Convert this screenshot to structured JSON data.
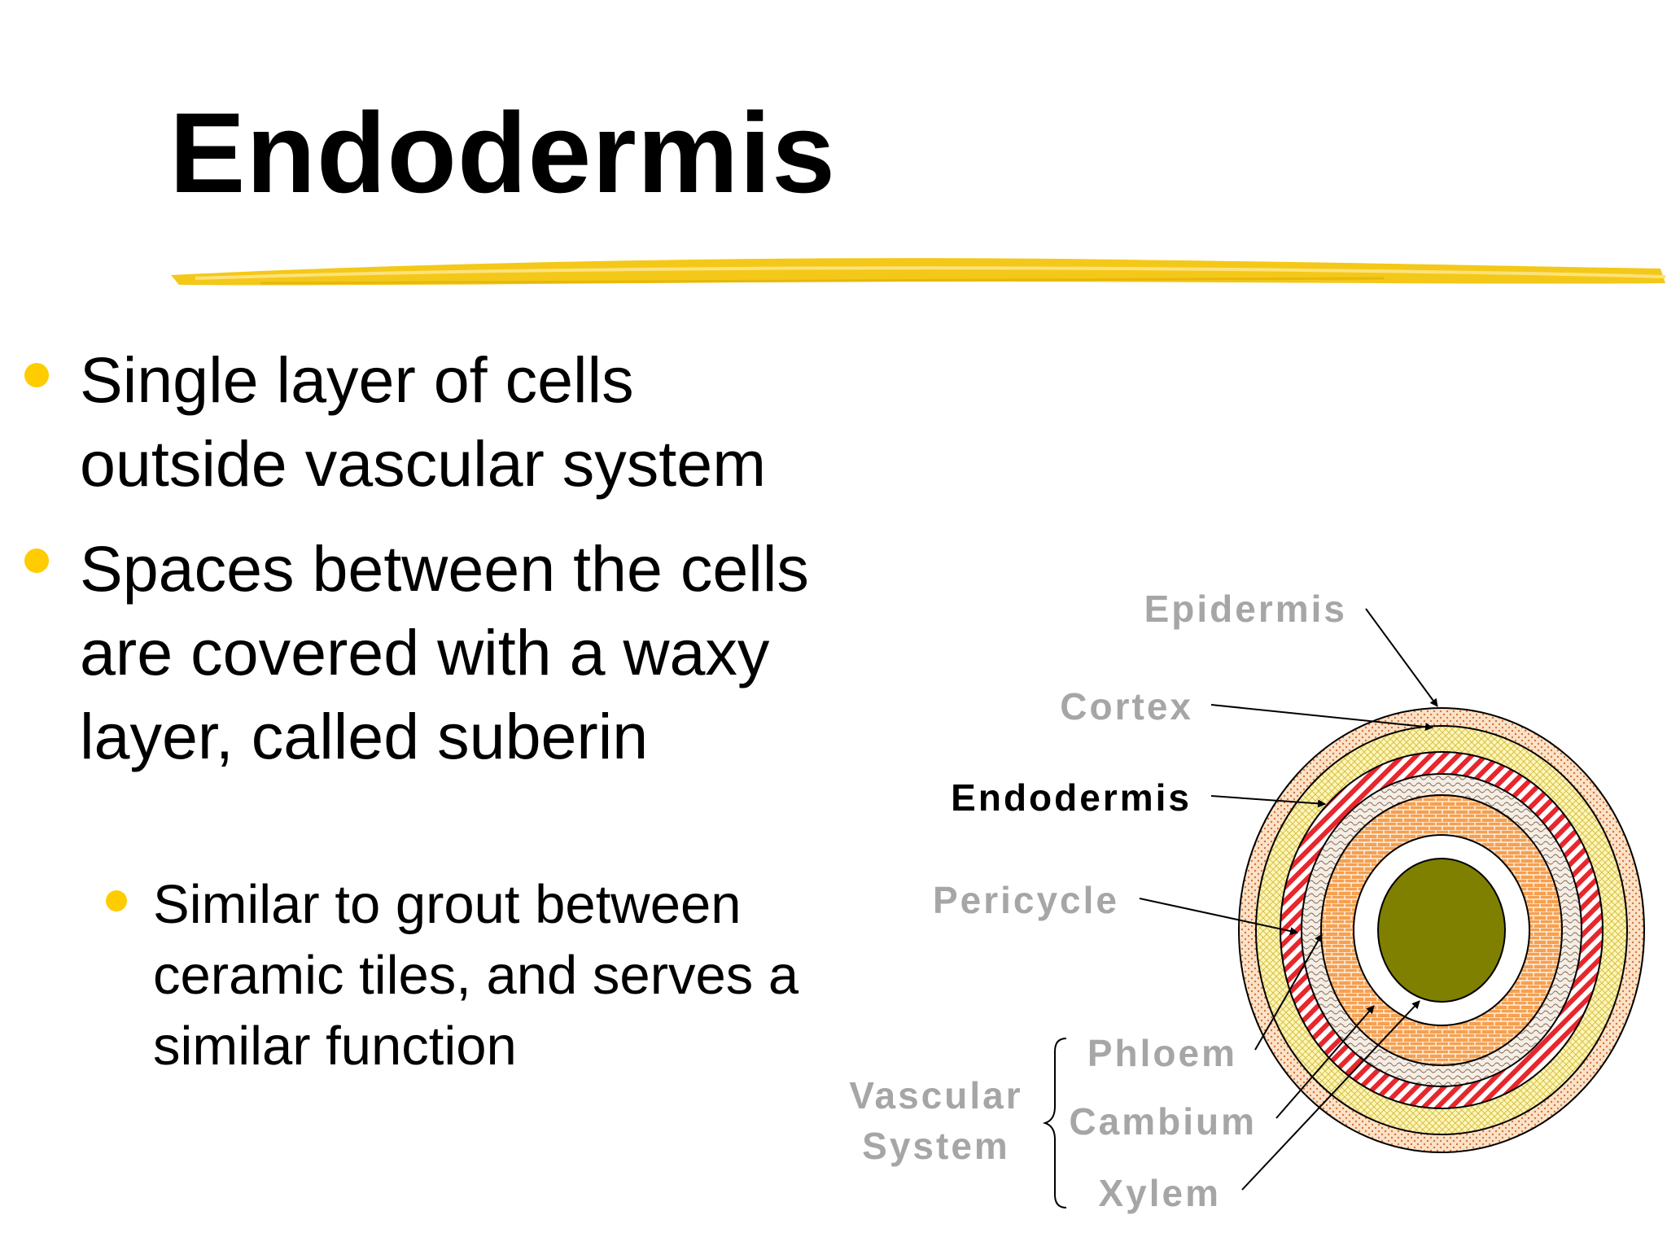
{
  "slide": {
    "title": "Endodermis",
    "bullets": [
      "Single layer of cells outside vascular system",
      "Spaces between the cells are covered with a waxy layer, called suberin"
    ],
    "sub_bullets": [
      "Similar to grout between ceramic tiles, and serves a similar function"
    ],
    "colors": {
      "bullet": "#ffcc00",
      "underline": "#f2c200",
      "label_grey": "#a6a6a6",
      "endodermis_red": "#e8262d",
      "xylem_olive": "#808000"
    }
  },
  "diagram": {
    "labels": {
      "epidermis": "Epidermis",
      "cortex": "Cortex",
      "endodermis": "Endodermis",
      "pericycle": "Pericycle",
      "phloem": "Phloem",
      "cambium": "Cambium",
      "xylem": "Xylem",
      "vascular_line1": "Vascular",
      "vascular_line2": "System"
    }
  }
}
